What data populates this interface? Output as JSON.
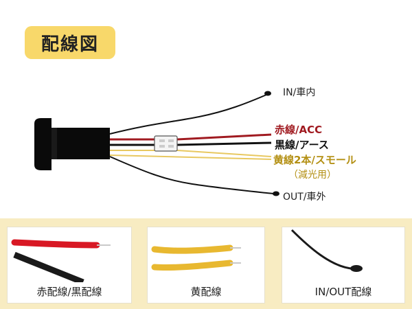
{
  "title": "配線図",
  "labels": {
    "in": "IN/車内",
    "acc": "赤線/ACC",
    "earth": "黒線/アース",
    "small": "黄線2本/スモール",
    "dimmer": "（減光用）",
    "out": "OUT/車外"
  },
  "panels": [
    {
      "caption": "赤配線/黒配線"
    },
    {
      "caption": "黄配線"
    },
    {
      "caption": "IN/OUT配線"
    }
  ],
  "colors": {
    "badge": "#f8d86a",
    "band": "#f8ecc2",
    "red_wire": "#c8102e",
    "yellow_wire": "#e8b830",
    "black_wire": "#111111"
  }
}
